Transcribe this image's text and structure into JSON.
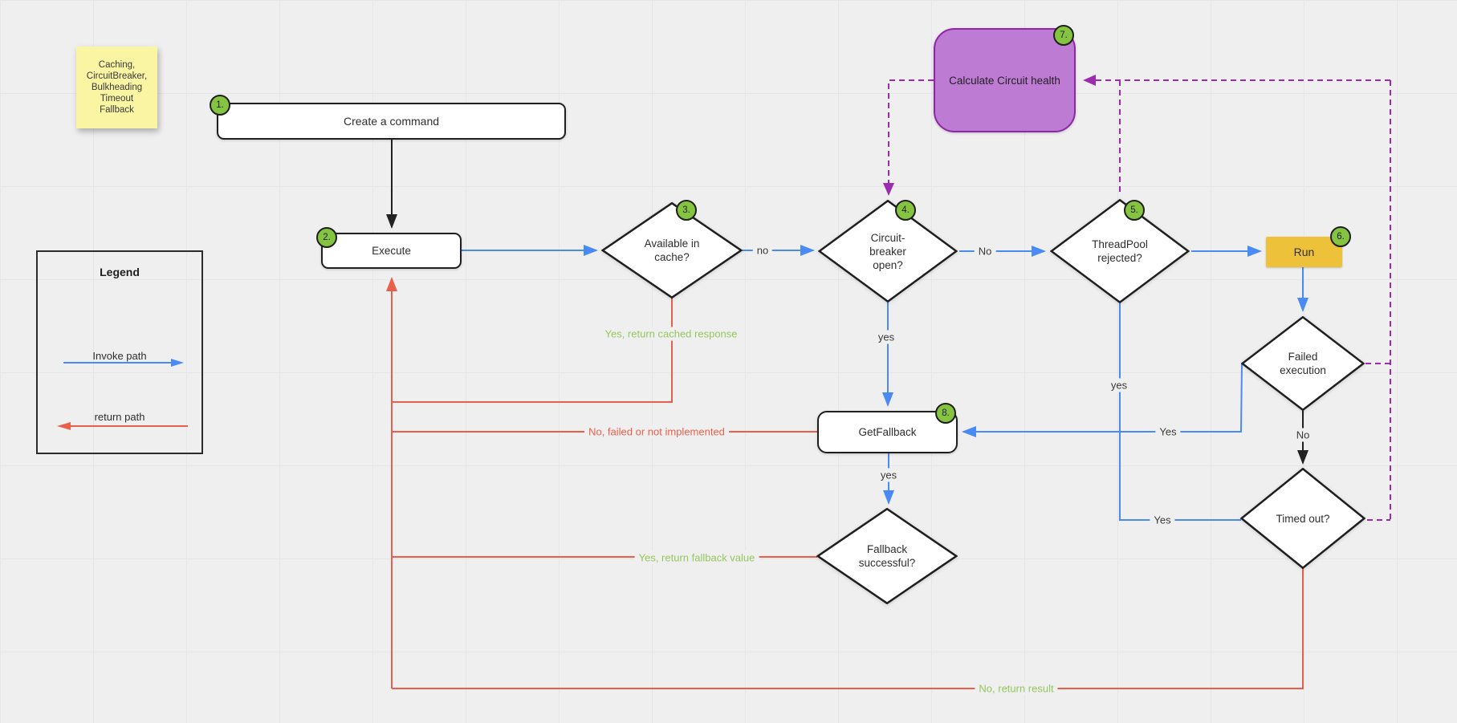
{
  "sticky_note": {
    "lines": [
      "Caching,",
      "CircuitBreaker,",
      "Bulkheading",
      "Timeout",
      "Fallback"
    ]
  },
  "legend": {
    "title": "Legend",
    "invoke_label": "Invoke path",
    "return_label": "return path",
    "invoke_color": "#4a8af4",
    "return_color": "#e8604c"
  },
  "nodes": {
    "create_command": {
      "label": "Create a command",
      "badge": "1."
    },
    "execute": {
      "label": "Execute",
      "badge": "2."
    },
    "available_in_cache": {
      "lines": [
        "Available in",
        "cache?"
      ],
      "badge": "3."
    },
    "circuit_breaker_open": {
      "lines": [
        "Circuit-",
        "breaker",
        "open?"
      ],
      "badge": "4."
    },
    "threadpool_rejected": {
      "lines": [
        "ThreadPool",
        "rejected?"
      ],
      "badge": "5."
    },
    "run": {
      "label": "Run",
      "badge": "6."
    },
    "calculate_circuit_health": {
      "label": "Calculate Circuit health",
      "badge": "7."
    },
    "get_fallback": {
      "label": "GetFallback",
      "badge": "8."
    },
    "fallback_successful": {
      "lines": [
        "Fallback",
        "successful?"
      ]
    },
    "failed_execution": {
      "lines": [
        "Failed",
        "execution"
      ]
    },
    "timed_out": {
      "label": "Timed out?"
    }
  },
  "edge_labels": {
    "cache_no": "no",
    "circuit_no": "No",
    "circuit_yes": "yes",
    "threadpool_yes": "yes",
    "to_timed_out_yes": "Yes",
    "failed_exec_yes": "Yes",
    "failed_exec_no": "No",
    "get_fallback_yes": "yes",
    "return_cached": "Yes, return cached response",
    "fallback_failed": "No, failed or not implemented",
    "return_fallback": "Yes, return fallback value",
    "return_result": "No, return result"
  },
  "colors": {
    "invoke_path": "#4a8af4",
    "return_path": "#e8604c",
    "health_path": "#9c2bb0",
    "badge": "#85c440",
    "run_fill": "#edc23a",
    "health_fill": "#be7bd3",
    "sticky_fill": "#faf5a3",
    "green_label": "#94c85e"
  }
}
